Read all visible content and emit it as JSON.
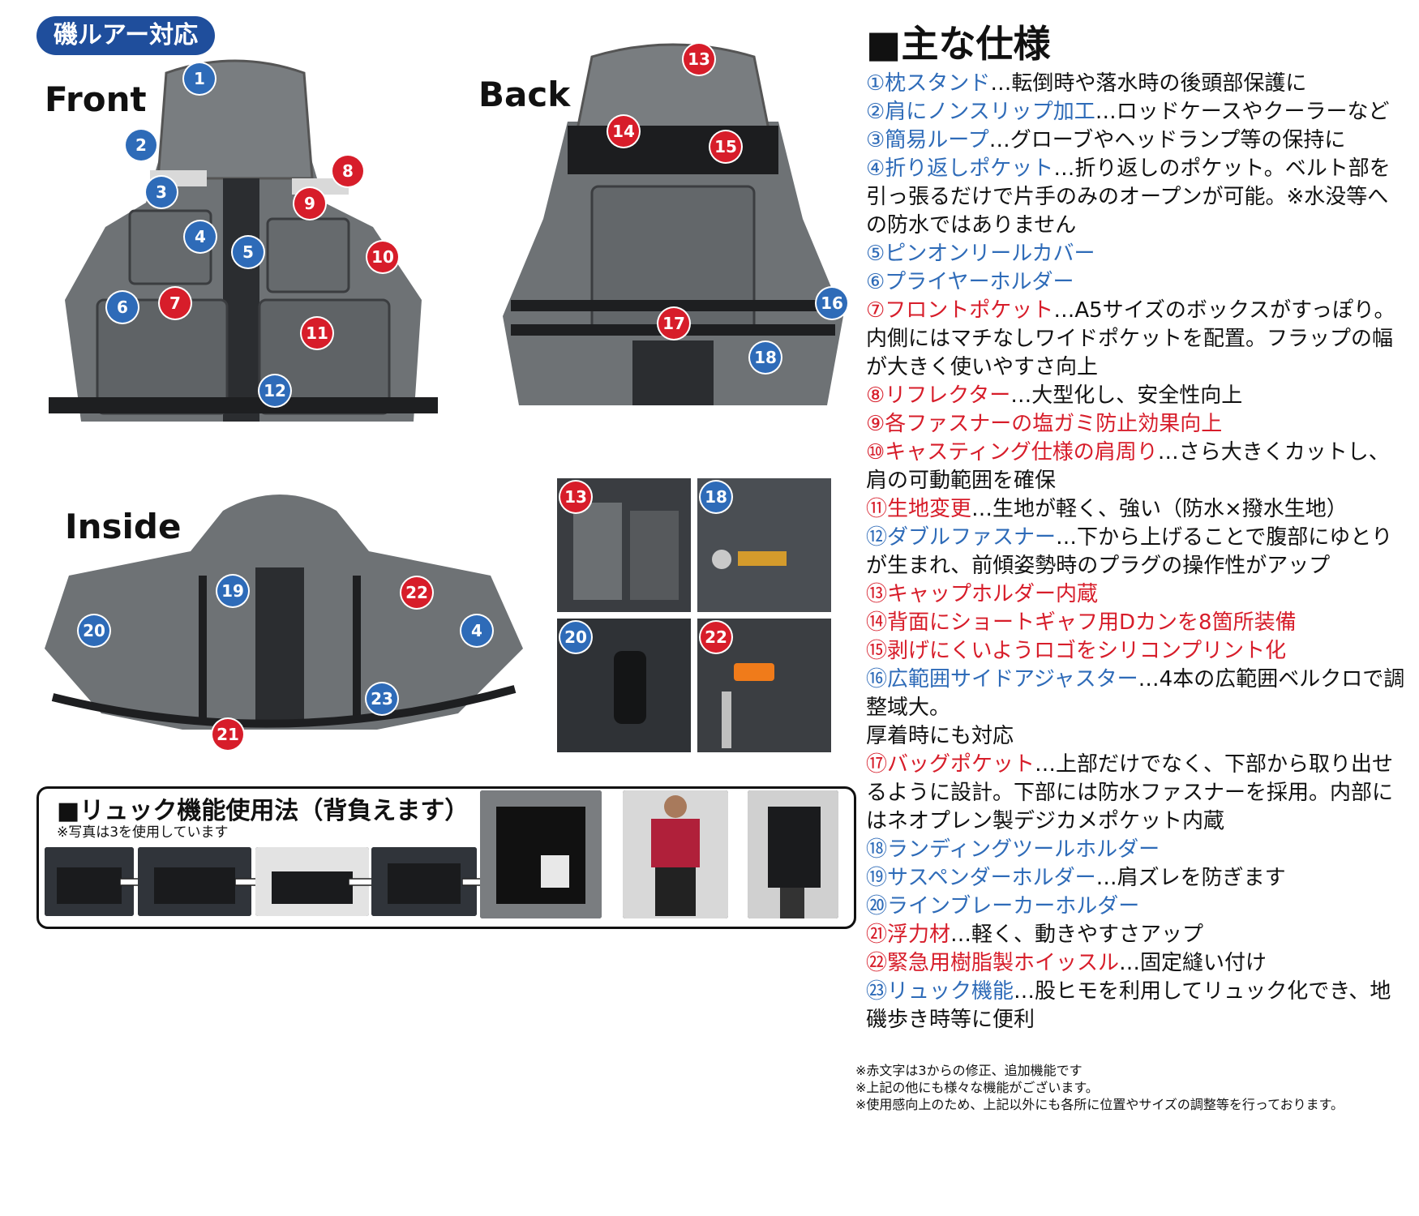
{
  "badge": "磯ルアー対応",
  "labels": {
    "front": "Front",
    "back": "Back",
    "inside": "Inside"
  },
  "colors": {
    "blue": "#2e6bb8",
    "red": "#d71d2a",
    "badge": "#1f4e9c"
  },
  "front_markers": [
    "1",
    "2",
    "3",
    "4",
    "5",
    "6",
    "7",
    "8",
    "9",
    "10",
    "11",
    "12"
  ],
  "back_markers": [
    "13",
    "14",
    "15",
    "16",
    "17",
    "18"
  ],
  "inside_markers": [
    "19",
    "20",
    "21",
    "22",
    "23",
    "4"
  ],
  "detail_markers": [
    "13",
    "18",
    "20",
    "22"
  ],
  "backpack": {
    "title": "■リュック機能使用法（背負えます）",
    "note": "※写真は3を使用しています"
  },
  "specs": {
    "title": "■主な仕様",
    "items": [
      {
        "head": "①枕スタンド",
        "text": "…転倒時や落水時の後頭部保護に",
        "color": "blue"
      },
      {
        "head": "②肩にノンスリップ加工",
        "text": "…ロッドケースやクーラーなど",
        "color": "blue"
      },
      {
        "head": "③簡易ループ",
        "text": "…グローブやヘッドランプ等の保持に",
        "color": "blue"
      },
      {
        "head": "④折り返しポケット",
        "text": "…折り返しのポケット。ベルト部を引っ張るだけで片手のみのオープンが可能。※水没等への防水ではありません",
        "color": "blue"
      },
      {
        "head": "⑤ピンオンリールカバー",
        "text": "",
        "color": "blue"
      },
      {
        "head": "⑥プライヤーホルダー",
        "text": "",
        "color": "blue"
      },
      {
        "head": "⑦フロントポケット",
        "text": "…A5サイズのボックスがすっぽり。内側にはマチなしワイドポケットを配置。フラップの幅が大きく使いやすさ向上",
        "color": "red"
      },
      {
        "head": "⑧リフレクター",
        "text": "…大型化し、安全性向上",
        "color": "red"
      },
      {
        "head": "⑨各ファスナーの塩ガミ防止効果向上",
        "text": "",
        "color": "red"
      },
      {
        "head": "⑩キャスティング仕様の肩周り",
        "text": "…さら大きくカットし、肩の可動範囲を確保",
        "color": "red"
      },
      {
        "head": "⑪生地変更",
        "text": "…生地が軽く、強い（防水×撥水生地）",
        "color": "red"
      },
      {
        "head": "⑫ダブルファスナー",
        "text": "…下から上げることで腹部にゆとりが生まれ、前傾姿勢時のプラグの操作性がアップ",
        "color": "blue"
      },
      {
        "head": "⑬キャップホルダー内蔵",
        "text": "",
        "color": "red"
      },
      {
        "head": "⑭背面にショートギャフ用Dカンを8箇所装備",
        "text": "",
        "color": "red"
      },
      {
        "head": "⑮剥げにくいようロゴをシリコンプリント化",
        "text": "",
        "color": "red"
      },
      {
        "head": "⑯広範囲サイドアジャスター",
        "text": "…4本の広範囲ベルクロで調整域大。",
        "color": "blue"
      },
      {
        "head": "",
        "text": "厚着時にも対応",
        "color": "blue"
      },
      {
        "head": "⑰バッグポケット",
        "text": "…上部だけでなく、下部から取り出せるように設計。下部には防水ファスナーを採用。内部にはネオプレン製デジカメポケット内蔵",
        "color": "red"
      },
      {
        "head": "⑱ランディングツールホルダー",
        "text": "",
        "color": "blue"
      },
      {
        "head": "⑲サスペンダーホルダー",
        "text": "…肩ズレを防ぎます",
        "color": "blue"
      },
      {
        "head": "⑳ラインブレーカーホルダー",
        "text": "",
        "color": "blue"
      },
      {
        "head": "㉑浮力材",
        "text": "…軽く、動きやすさアップ",
        "color": "red"
      },
      {
        "head": "㉒緊急用樹脂製ホイッスル",
        "text": "…固定縫い付け",
        "color": "red"
      },
      {
        "head": "㉓リュック機能",
        "text": "…股ヒモを利用してリュック化でき、地磯歩き時等に便利",
        "color": "blue"
      }
    ]
  },
  "notes": [
    "※赤文字は3からの修正、追加機能です",
    "※上記の他にも様々な機能がございます。",
    "※使用感向上のため、上記以外にも各所に位置やサイズの調整等を行っております。"
  ]
}
